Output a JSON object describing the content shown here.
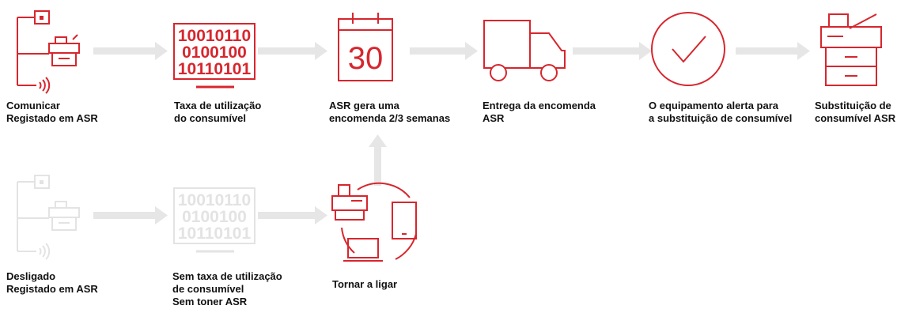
{
  "colors": {
    "accent": "#d7262e",
    "inactive": "#e3e3e3",
    "arrow": "#e6e6e6",
    "text": "#111111"
  },
  "top_flow": {
    "steps": [
      {
        "icon": "device-network-icon",
        "label": "Comunicar\nRegistado em ASR"
      },
      {
        "icon": "binary-monitor-icon",
        "label": "Taxa de utilização\ndo consumível"
      },
      {
        "icon": "calendar-icon",
        "calendar_day": "30",
        "label": "ASR gera uma\nencomenda 2/3 semanas"
      },
      {
        "icon": "delivery-truck-icon",
        "label": "Entrega da encomenda\nASR"
      },
      {
        "icon": "checkmark-circle-icon",
        "label": "O equipamento alerta para\na substituição de consumível"
      },
      {
        "icon": "printer-icon",
        "label": "Substituição de\nconsumível ASR"
      }
    ]
  },
  "bottom_flow": {
    "steps": [
      {
        "icon": "device-network-icon",
        "label": "Desligado\nRegistado em ASR"
      },
      {
        "icon": "binary-monitor-icon",
        "label": "Sem taxa de utilização\nde consumível\nSem toner ASR"
      },
      {
        "icon": "reconnect-devices-icon",
        "label": "Tornar a ligar"
      }
    ]
  },
  "binary_lines": [
    "10010110",
    "0100100",
    "10110101"
  ]
}
